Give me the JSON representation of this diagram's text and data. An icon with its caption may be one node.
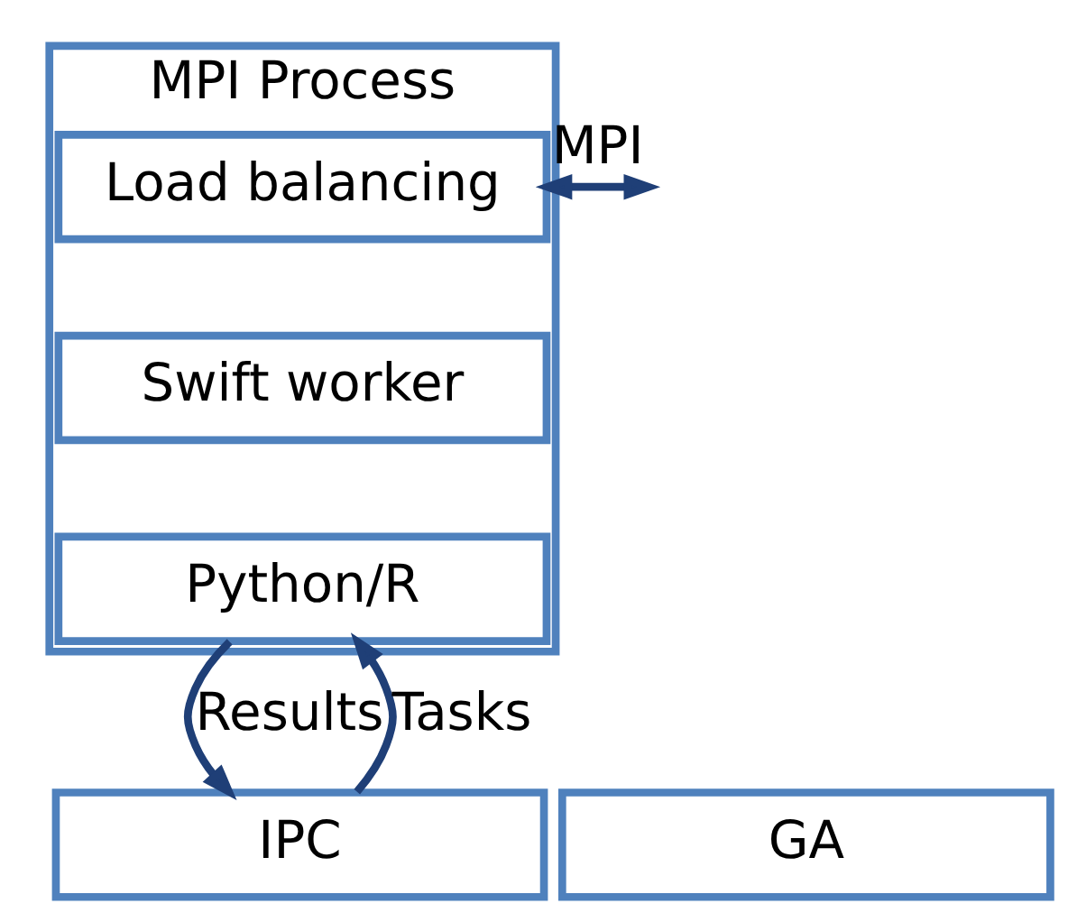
{
  "diagram": {
    "nodes": [
      {
        "text": [
          "MPI Process"
        ]
      },
      {
        "text": [
          "Load balancing"
        ],
        "in": 0
      },
      {
        "text": [
          "Swift worker"
        ],
        "in": 0
      },
      {
        "text": [
          "Python/R"
        ],
        "in": 0
      },
      {
        "text": [
          "IPC"
        ]
      },
      {
        "text": [
          "GA"
        ]
      }
    ],
    "edges": [
      {
        "from": 1,
        "to": null,
        "arrow": "both",
        "label": "MPI"
      },
      {
        "from": 4,
        "to": 3,
        "arrow": "to",
        "label": "Tasks"
      },
      {
        "from": 3,
        "to": 4,
        "arrow": "to",
        "label": "Results"
      }
    ]
  }
}
